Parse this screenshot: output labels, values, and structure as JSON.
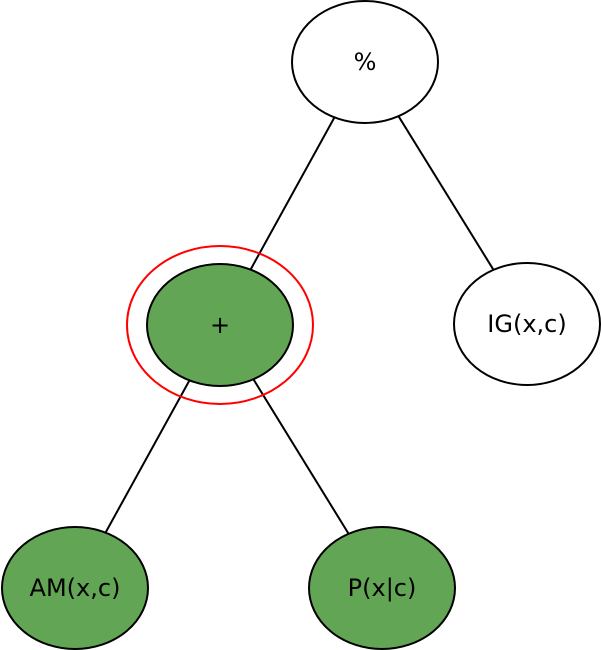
{
  "colors": {
    "background": "#ffffff",
    "stroke": "#000000",
    "green_fill": "#62a554",
    "white_fill": "#ffffff",
    "highlight": "#ff0000"
  },
  "nodes": {
    "root": {
      "label": "%",
      "fill": "white"
    },
    "plus": {
      "label": "+",
      "fill": "green",
      "highlighted": true
    },
    "ig": {
      "label": "IG(x,c)",
      "fill": "white"
    },
    "am": {
      "label": "AM(x,c)",
      "fill": "green"
    },
    "p": {
      "label": "P(x|c)",
      "fill": "green"
    }
  },
  "edges": [
    {
      "from": "root",
      "to": "plus"
    },
    {
      "from": "root",
      "to": "ig"
    },
    {
      "from": "plus",
      "to": "am"
    },
    {
      "from": "plus",
      "to": "p"
    }
  ]
}
